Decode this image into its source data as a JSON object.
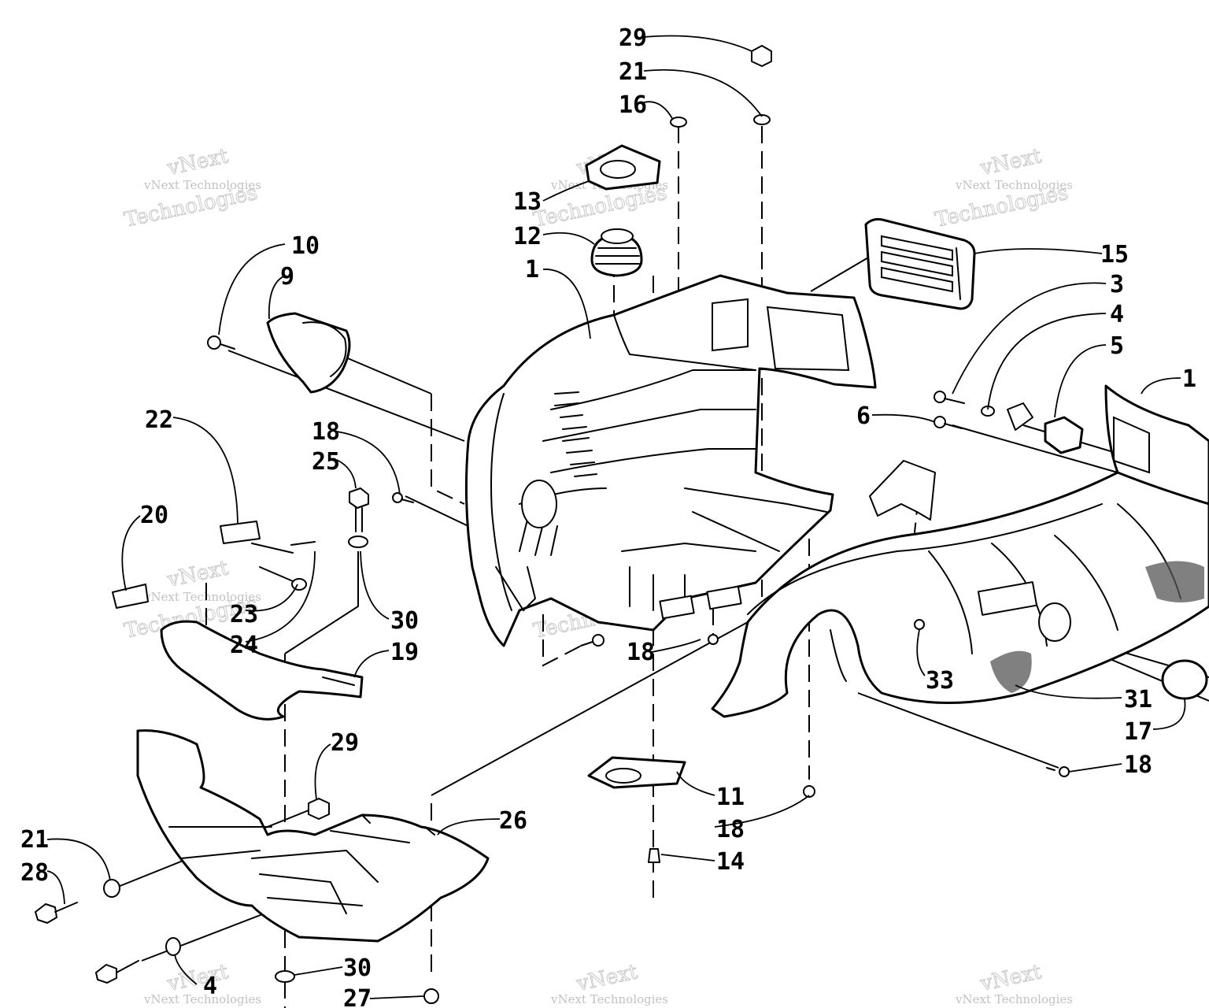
{
  "watermark": {
    "line1": "vNext",
    "line2": "vNext Technologies",
    "line3": "Technologies"
  },
  "callouts": [
    {
      "id": "c29-top",
      "label": "29"
    },
    {
      "id": "c21-top",
      "label": "21"
    },
    {
      "id": "c16",
      "label": "16"
    },
    {
      "id": "c13",
      "label": "13"
    },
    {
      "id": "c12",
      "label": "12"
    },
    {
      "id": "c1-left",
      "label": "1"
    },
    {
      "id": "c15",
      "label": "15"
    },
    {
      "id": "c3",
      "label": "3"
    },
    {
      "id": "c4-right",
      "label": "4"
    },
    {
      "id": "c5",
      "label": "5"
    },
    {
      "id": "c1-right",
      "label": "1"
    },
    {
      "id": "c6",
      "label": "6"
    },
    {
      "id": "c10",
      "label": "10"
    },
    {
      "id": "c9",
      "label": "9"
    },
    {
      "id": "c22",
      "label": "22"
    },
    {
      "id": "c18-a",
      "label": "18"
    },
    {
      "id": "c25",
      "label": "25"
    },
    {
      "id": "c20",
      "label": "20"
    },
    {
      "id": "c23",
      "label": "23"
    },
    {
      "id": "c24",
      "label": "24"
    },
    {
      "id": "c30-a",
      "label": "30"
    },
    {
      "id": "c19",
      "label": "19"
    },
    {
      "id": "c18-b",
      "label": "18"
    },
    {
      "id": "c33",
      "label": "33"
    },
    {
      "id": "c31",
      "label": "31"
    },
    {
      "id": "c17",
      "label": "17"
    },
    {
      "id": "c18-c",
      "label": "18"
    },
    {
      "id": "c11",
      "label": "11"
    },
    {
      "id": "c18-d",
      "label": "18"
    },
    {
      "id": "c14",
      "label": "14"
    },
    {
      "id": "c29-bottom",
      "label": "29"
    },
    {
      "id": "c26",
      "label": "26"
    },
    {
      "id": "c21-bottom",
      "label": "21"
    },
    {
      "id": "c28",
      "label": "28"
    },
    {
      "id": "c30-b",
      "label": "30"
    },
    {
      "id": "c4-bottom",
      "label": "4"
    },
    {
      "id": "c27",
      "label": "27"
    }
  ]
}
